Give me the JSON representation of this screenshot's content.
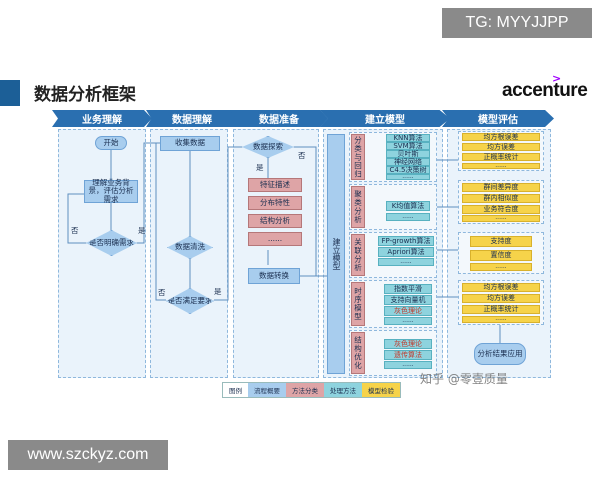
{
  "watermarks": {
    "top": "TG: MYYJJPP",
    "bottom": "www.szckyz.com",
    "zhihu": "知乎 @零壹质量"
  },
  "slide": {
    "title": "数据分析框架",
    "brand": "accenture",
    "brand_mark": ">"
  },
  "stages": [
    "业务理解",
    "数据理解",
    "数据准备",
    "建立模型",
    "模型评估"
  ],
  "business": {
    "start": "开始",
    "understand": "理解业务背景，评估分析需求",
    "decision": "是否明确需求",
    "no": "否",
    "yes": "是"
  },
  "data_understanding": {
    "collect": "收集数据",
    "clean": "数据清洗",
    "meets": "是否满足要求",
    "no": "否",
    "yes": "是"
  },
  "data_prep": {
    "explore": "数据探索",
    "yes": "是",
    "no": "否",
    "items": [
      "特征描述",
      "分布特性",
      "结构分析",
      "......"
    ],
    "transform": "数据转换"
  },
  "modeling": {
    "build_model": "建立模型",
    "groups": [
      {
        "category": "分类与回归",
        "methods": [
          "KNN算法",
          "SVM算法",
          "贝叶斯",
          "神经网络",
          "C4.5决策树",
          "......"
        ]
      },
      {
        "category": "聚类分析",
        "methods": [
          "K均值算法",
          "......"
        ]
      },
      {
        "category": "关联分析",
        "methods": [
          "FP-growth算法",
          "Apriori算法",
          "......"
        ]
      },
      {
        "category": "时序模型",
        "methods": [
          "指数平滑",
          "支持向量机",
          "灰色理论",
          "......"
        ]
      },
      {
        "category": "结构优化",
        "methods": [
          "灰色理论",
          "遗传算法",
          "......"
        ]
      }
    ]
  },
  "evaluation": {
    "groups": [
      [
        "均方根误差",
        "均方误差",
        "正概率统计",
        "......"
      ],
      [
        "群间差异度",
        "群内相似度",
        "业务符合度",
        "......"
      ],
      [
        "支持度",
        "置信度",
        "......"
      ],
      [
        "均方根误差",
        "均方误差",
        "正概率统计",
        "......"
      ]
    ],
    "apply": "分析结果应用"
  },
  "legend": [
    "图例",
    "流程概要",
    "方法分类",
    "处理方法",
    "模型检验"
  ],
  "colors": {
    "stage_header": "#2a6fb0",
    "flow": "#a8cdee",
    "category": "#dea4a6",
    "method": "#8ed3de",
    "evaluation": "#f6d34a",
    "accent": "#1c5f97"
  }
}
